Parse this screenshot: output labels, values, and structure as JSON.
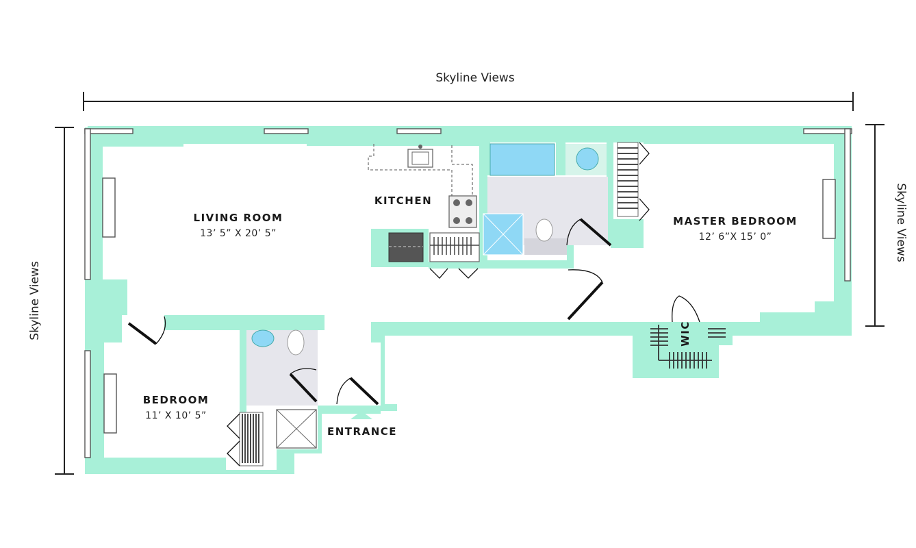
{
  "views": {
    "top": "Skyline Views",
    "left": "Skyline Views",
    "right": "Skyline Views"
  },
  "rooms": {
    "living_room": {
      "name": "LIVING ROOM",
      "dims": "13’ 5” X 20’ 5”"
    },
    "kitchen": {
      "name": "KITCHEN"
    },
    "master_bedroom": {
      "name": "MASTER BEDROOM",
      "dims": "12’ 6”X 15’ 0”"
    },
    "bedroom": {
      "name": "BEDROOM",
      "dims": "11’ X 10’ 5”"
    },
    "entrance": {
      "name": "ENTRANCE"
    },
    "wic": {
      "name": "WIC"
    }
  },
  "colors": {
    "wall": "#a8f0d8",
    "water": "#8fd8f5",
    "fixture": "#e6e6ec",
    "appliance": "#555555"
  }
}
